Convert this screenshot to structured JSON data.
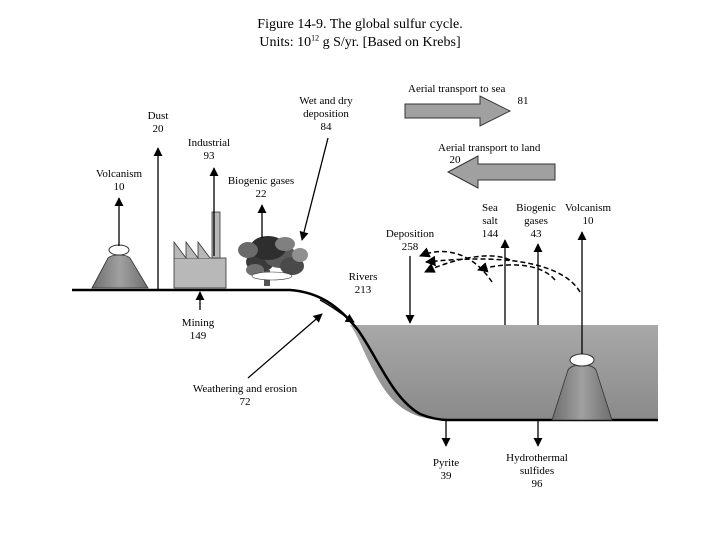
{
  "title": {
    "line1": "Figure 14-9. The global sulfur cycle.",
    "line2_prefix": "Units: 10",
    "line2_exp": "12",
    "line2_suffix": " g S/yr. [Based on Krebs]"
  },
  "labels": {
    "dust_name": "Dust",
    "dust_value": "20",
    "volcanism_name": "Volcanism",
    "volcanism_value": "10",
    "industrial_name": "Industrial",
    "industrial_value": "93",
    "biogenic_gases_name": "Biogenic gases",
    "biogenic_gases_value": "22",
    "wet_dry_line1": "Wet and dry",
    "wet_dry_line2": "deposition",
    "wet_dry_value": "84",
    "aerial_sea_name": "Aerial transport to sea",
    "aerial_sea_value": "81",
    "aerial_land_name": "Aerial transport to land",
    "aerial_land_value": "20",
    "deposition_name": "Deposition",
    "deposition_value": "258",
    "sea_salt_line1": "Sea",
    "sea_salt_line2": "salt",
    "sea_salt_value": "144",
    "ocean_biogenic_line1": "Biogenic",
    "ocean_biogenic_line2": "gases",
    "ocean_biogenic_value": "43",
    "ocean_volcanism_name": "Volcanism",
    "ocean_volcanism_value": "10",
    "rivers_name": "Rivers",
    "rivers_value": "213",
    "mining_name": "Mining",
    "mining_value": "149",
    "weathering_name": "Weathering and erosion",
    "weathering_value": "72",
    "pyrite_name": "Pyrite",
    "pyrite_value": "39",
    "hydrothermal_line1": "Hydrothermal",
    "hydrothermal_line2": "sulfides",
    "hydrothermal_value": "96"
  },
  "colors": {
    "ocean": "#8c8c8c",
    "ocean_light": "#b4b4b4",
    "volcano": "#8a8a8a",
    "factory": "#b0b0b0",
    "arrow_fill": "#a0a0a0",
    "line": "#000000"
  }
}
